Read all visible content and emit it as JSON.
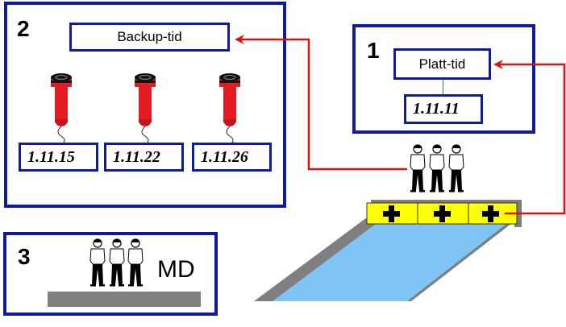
{
  "panel_2": {
    "number": "2",
    "title": "Backup-tid",
    "timers": [
      {
        "value": "1.11.15"
      },
      {
        "value": "1.11.22"
      },
      {
        "value": "1.11.26"
      }
    ]
  },
  "panel_1": {
    "number": "1",
    "title": "Platt-tid",
    "value": "1.11.11"
  },
  "panel_3": {
    "number": "3",
    "label": "MD"
  },
  "colors": {
    "panel_border": "#0f1b9e",
    "arrow": "#e01010",
    "stopwatch": "#e31b23",
    "touchpad": "#ffff00",
    "pool_water": "#80c4f5",
    "pool_deck": "#7f7f7f"
  }
}
